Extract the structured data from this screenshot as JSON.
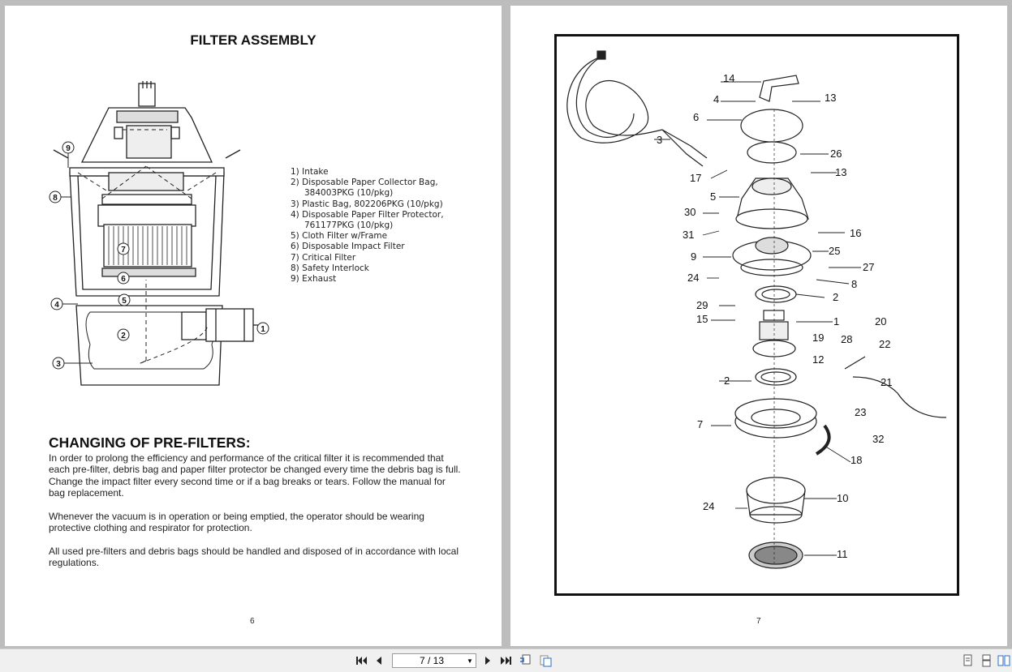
{
  "left_page": {
    "title": "FILTER ASSEMBLY",
    "legend": [
      "1) Intake",
      "2) Disposable Paper Collector Bag,",
      "384003PKG (10/pkg)",
      "3) Plastic Bag, 802206PKG (10/pkg)",
      "4) Disposable Paper Filter Protector,",
      "761177PKG (10/pkg)",
      "5) Cloth Filter w/Frame",
      "6) Disposable Impact Filter",
      "7) Critical Filter",
      "8) Safety Interlock",
      "9) Exhaust"
    ],
    "callouts": [
      "9",
      "8",
      "7",
      "6",
      "5",
      "4",
      "3",
      "2",
      "1"
    ],
    "section_title": "CHANGING OF PRE-FILTERS:",
    "paragraphs": [
      "In order to prolong the efficiency and performance of the critical filter it is recommended that each pre-filter, debris bag and paper filter protector be changed every time the debris bag is full. Change the impact filter every second time or if a bag breaks or tears. Follow the manual for bag replacement.",
      "Whenever the vacuum is in operation or being emptied, the operator should be wearing protective clothing and respirator for protection.",
      "All used pre-filters and debris bags should be handled and disposed of in accordance with local regulations."
    ],
    "page_number": "6"
  },
  "right_page": {
    "part_labels": [
      "14",
      "4",
      "13",
      "6",
      "3",
      "26",
      "17",
      "13",
      "5",
      "30",
      "31",
      "16",
      "9",
      "25",
      "27",
      "24",
      "8",
      "2",
      "29",
      "15",
      "1",
      "20",
      "19",
      "28",
      "22",
      "12",
      "2",
      "21",
      "23",
      "7",
      "32",
      "18",
      "24",
      "10",
      "11"
    ],
    "page_number": "7"
  },
  "toolbar": {
    "page_indicator": "7 / 13",
    "icons": [
      "first-page-icon",
      "prev-page-icon",
      "dropdown-arrow-icon",
      "next-page-icon",
      "last-page-icon",
      "single-page-view-icon",
      "continuous-view-icon",
      "facing-view-icon",
      "cover-view-icon",
      "thumbnail-view-icon"
    ]
  }
}
